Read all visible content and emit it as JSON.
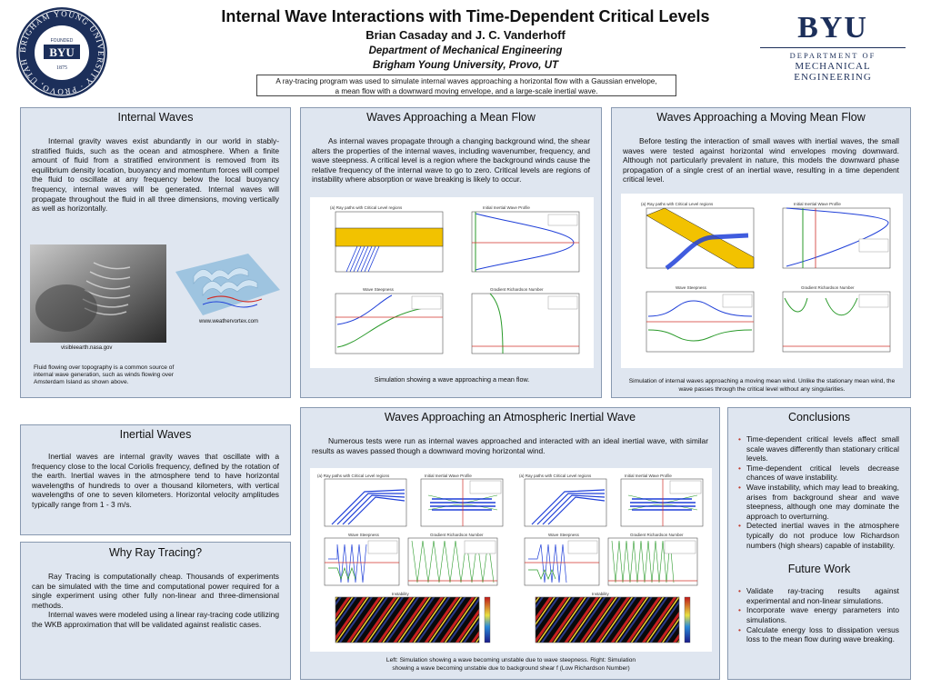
{
  "header": {
    "title": "Internal Wave Interactions with Time-Dependent Critical Levels",
    "authors": "Brian Casaday and J. C. Vanderhoff",
    "department": "Department of Mechanical Engineering",
    "university": "Brigham Young University, Provo, UT",
    "abstract_line1": "A ray-tracing program was used to  simulate internal waves approaching a horizontal flow with a Gaussian envelope,",
    "abstract_line2": "a mean flow with a  downward moving envelope, and a large-scale inertial wave."
  },
  "seal": {
    "ring_text": "BRIGHAM YOUNG UNIVERSITY · PROVO, UTAH ·",
    "founded": "FOUNDED",
    "mark": "BYU",
    "year": "1875"
  },
  "logo": {
    "mark": "BYU",
    "dept_line1": "DEPARTMENT OF",
    "dept_line2": "MECHANICAL ENGINEERING"
  },
  "internal_waves": {
    "title": "Internal Waves",
    "body": "Internal gravity waves exist abundantly in our world in stably-stratified fluids, such as the ocean and atmosphere. When a finite amount of fluid from a stratified environment is removed from its equilibrium density location, buoyancy and momentum forces will compel the fluid to oscillate at any frequency below the local buoyancy frequency, internal waves will be generated. Internal waves will propagate throughout the fluid in all three dimensions, moving vertically as well as horizontally.",
    "img1_credit": "visibleearth.nasa.gov",
    "img2_credit": "www.weathervortex.com",
    "caption": "Fluid flowing over topography is a common source of internal wave generation, such as winds flowing over Amsterdam Island as shown above."
  },
  "inertial_waves": {
    "title": "Inertial Waves",
    "body": "Inertial waves are internal gravity waves  that oscillate with a frequency close to the local Coriolis frequency, defined by the rotation of the earth. Inertial waves in the atmosphere  tend to have horizontal wavelengths of hundreds to over a thousand kilometers, with vertical wavelengths of one to seven kilometers. Horizontal velocity amplitudes typically range from 1 - 3 m/s."
  },
  "ray_tracing": {
    "title": "Why Ray Tracing?",
    "body1": "Ray Tracing is computationally cheap. Thousands of experiments can be simulated with the time and computational power required for a single experiment using other fully non-linear and three-dimensional methods.",
    "body2": "Internal waves were modeled using a linear ray-tracing code utilizing the WKB approximation that will be validated against realistic cases."
  },
  "mean_flow": {
    "title": "Waves Approaching a Mean Flow",
    "body": "As internal waves propagate through a changing background wind, the shear alters the properties of the internal waves, including wavenumber, frequency, and wave steepness. A critical level is a region where the background winds cause the relative frequency of the internal wave to go to zero. Critical levels are regions of instability where absorption or wave breaking is likely to occur.",
    "plot_titles": [
      "(a) Ray paths with Critical Level regions",
      "Initial Inertial Wave Profile",
      "Wave Steepness",
      "Gradient Richardson Number"
    ],
    "caption": "Simulation showing a  wave approaching a mean flow."
  },
  "moving_flow": {
    "title": "Waves Approaching a Moving Mean Flow",
    "body": "Before testing the interaction of small waves with inertial waves, the small waves were tested against horizontal wind envelopes moving downward. Although  not particularly prevalent in nature, this models the downward phase propagation of a single crest of an inertial wave, resulting in a time dependent critical level.",
    "plot_titles": [
      "(a) Ray paths with Critical Level regions",
      "Initial Inertial Wave Profile",
      "Wave Steepness",
      "Gradient Richardson Number"
    ],
    "caption_line1": "Simulation of internal waves approaching a moving mean wind. Unlike the stationary mean wind, the",
    "caption_line2": "wave passes through the critical level without any singularities."
  },
  "inertial_wave_sim": {
    "title": "Waves Approaching an Atmospheric Inertial Wave",
    "body": "Numerous tests were run as internal waves approached and interacted with an ideal inertial wave, with similar results as waves passed though a downward moving horizontal wind.",
    "plot_titles": [
      "(a) Ray paths with Critical Level regions",
      "Initial Inertial Wave Profile",
      "Wave Steepness",
      "Gradient Richardson Number",
      "Instability"
    ],
    "caption_line1": "Left: Simulation showing a  wave becoming unstable due to wave steepness. Right: Simulation",
    "caption_line2": "showing a wave becoming unstable due to background shear f (Low Richardson Number)"
  },
  "conclusions": {
    "title": "Conclusions",
    "items": [
      "Time-dependent critical levels affect small scale waves differently than stationary critical levels.",
      "Time-dependent critical levels decrease chances of wave instability.",
      "Wave instability, which may lead to breaking, arises from background shear and wave steepness, although one may dominate the approach to overturning.",
      "Detected inertial waves in the atmosphere typically do not produce low Richardson numbers (high shears) capable of instability."
    ]
  },
  "future_work": {
    "title": "Future Work",
    "items": [
      "Validate ray-tracing results against experimental and non-linear simulations.",
      "Incorporate wave energy parameters into simulations.",
      "Calculate energy loss to dissipation versus loss to the mean flow during wave breaking."
    ]
  },
  "colors": {
    "panel_bg": "#dfe6f0",
    "wave_blue": "#1f3fd8",
    "band_yellow": "#f2c200",
    "critical_red": "#d0302a",
    "rich_green": "#2a9a2a",
    "byu_navy": "#1c2f5a"
  }
}
